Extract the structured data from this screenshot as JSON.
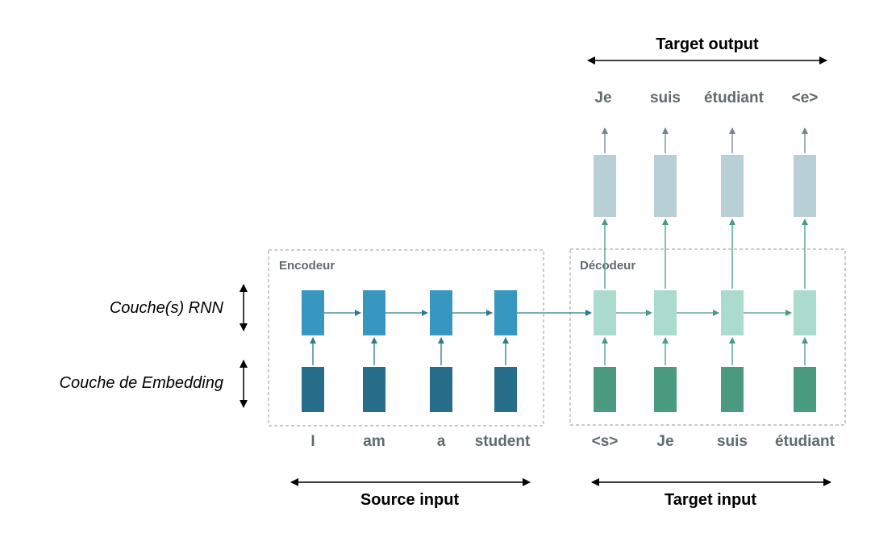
{
  "labels": {
    "target_output": "Target output",
    "source_input": "Source input",
    "target_input": "Target input",
    "encoder": "Encodeur",
    "decoder": "Décodeur",
    "rnn_layers": "Couche(s) RNN",
    "embedding_layer": "Couche de Embedding"
  },
  "source_words": [
    "I",
    "am",
    "a",
    "student"
  ],
  "target_input_words": [
    "<s>",
    "Je",
    "suis",
    "étudiant"
  ],
  "target_output_words": [
    "Je",
    "suis",
    "étudiant",
    "<e>"
  ],
  "colors": {
    "encoder_embedding": "#276d8a",
    "encoder_rnn": "#3797c0",
    "decoder_embedding": "#4a9a80",
    "decoder_rnn": "#abdbcc",
    "output_projection": "#b9cfd6",
    "encoder_arrow": "#2c7a8e",
    "decoder_arrow": "#4a9a80",
    "output_arrow": "#6f8587",
    "dashed_box": "#999999",
    "text_gray": "#5f6b6d"
  }
}
